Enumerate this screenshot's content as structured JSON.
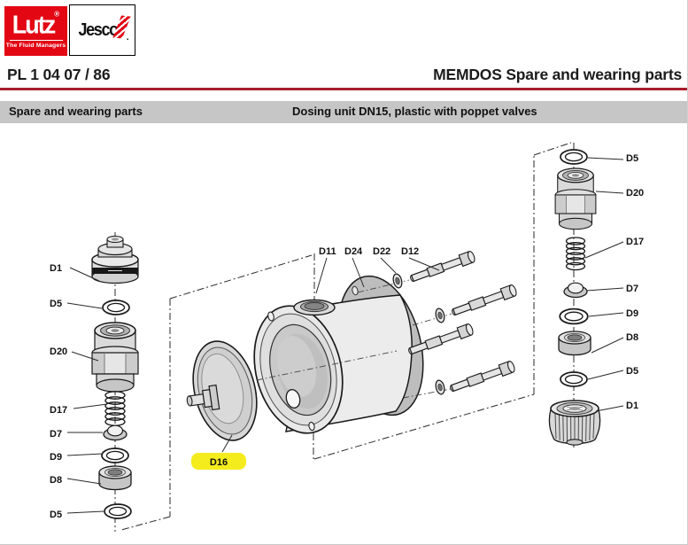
{
  "header": {
    "lutz_logo": {
      "name": "Lutz",
      "reg": "®",
      "tagline": "The Fluid Managers"
    },
    "jesco_logo": {
      "name": "Jesco",
      "dot": "."
    },
    "doc_code": "PL 1 04 07 / 86",
    "title": "MEMDOS Spare and wearing parts"
  },
  "section_bar": {
    "left": "Spare and wearing parts",
    "right": "Dosing unit DN15, plastic with poppet valves"
  },
  "diagram": {
    "left_column_labels": [
      "D1",
      "D5",
      "D20",
      "D17",
      "D7",
      "D9",
      "D8",
      "D5"
    ],
    "top_labels": [
      "D11",
      "D24",
      "D22",
      "D12"
    ],
    "right_column_labels": [
      "D5",
      "D20",
      "D17",
      "D7",
      "D9",
      "D8",
      "D5",
      "D1"
    ],
    "highlighted_label": "D16",
    "highlight_color": "#f5ec1e"
  },
  "colors": {
    "brand_red": "#e30613",
    "rule_red": "#a81e2c",
    "bar_gray": "#c6c6c6",
    "highlight_yellow": "#f5ec1e"
  }
}
